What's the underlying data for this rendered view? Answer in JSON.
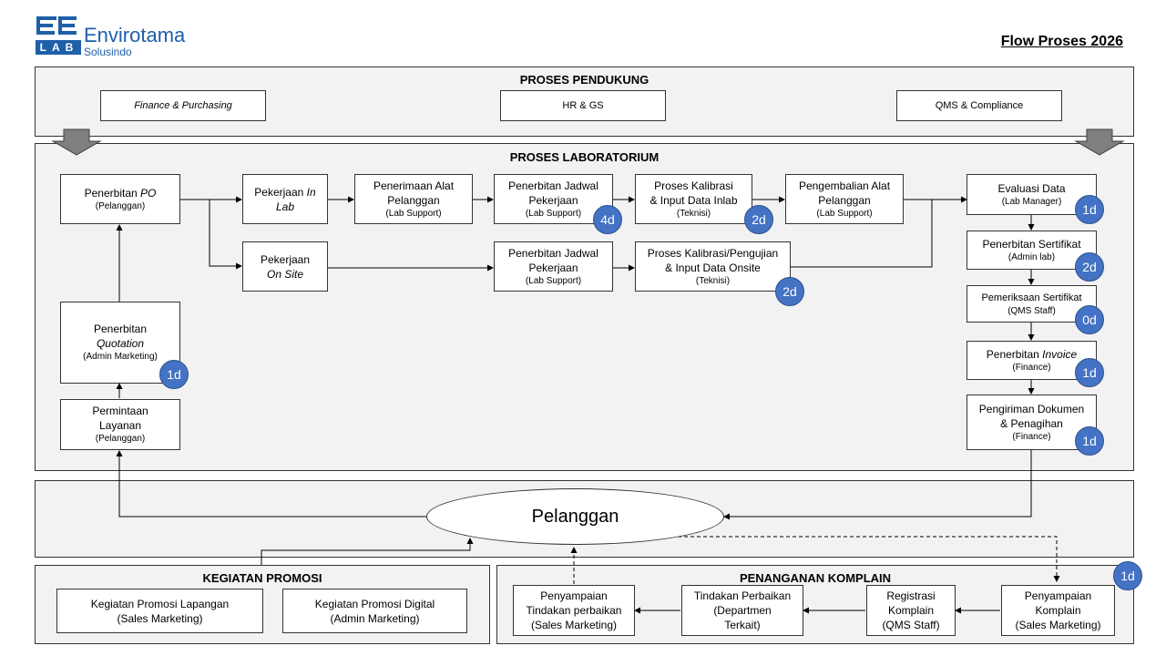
{
  "header": {
    "logo_main": "Envirotama",
    "logo_sub": "Solusindo",
    "logo_lab": "LAB",
    "flow_title": "Flow Proses 2026"
  },
  "colors": {
    "badge": "#4472c4",
    "logo": "#1f5fa8",
    "section_bg": "#f2f2f2",
    "arrow_gray": "#7f7f7f"
  },
  "pendukung": {
    "title": "PROSES PENDUKUNG",
    "finance": "Finance & Purchasing",
    "hrgs": "HR & GS",
    "qms": "QMS & Compliance"
  },
  "lab": {
    "title": "PROSES LABORATORIUM",
    "po": {
      "pre": "Penerbitan ",
      "em": "PO",
      "sub": "(Pelanggan)"
    },
    "inlab": {
      "line1_pre": "Pekerjaan ",
      "line1_em": "In",
      "line2_em": "Lab"
    },
    "penerimaan": {
      "line1": "Penerimaan Alat",
      "line2": "Pelanggan",
      "sub": "(Lab Support)"
    },
    "jadwal1": {
      "line1": "Penerbitan Jadwal",
      "line2": "Pekerjaan",
      "sub": "(Lab Support)",
      "badge": "4d"
    },
    "kalibrasi_inlab": {
      "line1": "Proses Kalibrasi",
      "line2": "& Input Data Inlab",
      "sub": "(Teknisi)",
      "badge": "2d"
    },
    "pengembalian": {
      "line1": "Pengembalian Alat",
      "line2": "Pelanggan",
      "sub": "(Lab Support)"
    },
    "onsite": {
      "line1": "Pekerjaan",
      "line2_em": "On Site"
    },
    "jadwal2": {
      "line1": "Penerbitan Jadwal",
      "line2": "Pekerjaan",
      "sub": "(Lab Support)"
    },
    "kalibrasi_onsite": {
      "line1": "Proses Kalibrasi/Pengujian",
      "line2": "& Input Data Onsite",
      "sub": "(Teknisi)",
      "badge": "2d"
    },
    "quotation": {
      "line1": "Penerbitan",
      "line2_em": "Quotation",
      "sub": "(Admin Marketing)",
      "badge": "1d"
    },
    "permintaan": {
      "line1": "Permintaan",
      "line2": "Layanan",
      "sub": "(Pelanggan)"
    },
    "evaluasi": {
      "line1": "Evaluasi Data",
      "sub": "(Lab Manager)",
      "badge": "1d"
    },
    "sertifikat": {
      "line1": "Penerbitan Sertifikat",
      "sub": "(Admin lab)",
      "badge": "2d"
    },
    "pemeriksaan": {
      "line1": "Pemeriksaan Sertifikat",
      "sub": "(QMS Staff)",
      "badge": "0d"
    },
    "invoice": {
      "pre": "Penerbitan ",
      "em": "Invoice",
      "sub": "(Finance)",
      "badge": "1d"
    },
    "pengiriman": {
      "line1": "Pengiriman Dokumen",
      "line2": "& Penagihan",
      "sub": "(Finance)",
      "badge": "1d"
    }
  },
  "pelanggan": {
    "label": "Pelanggan"
  },
  "promosi": {
    "title": "KEGIATAN PROMOSI",
    "lapangan": {
      "line1": "Kegiatan Promosi Lapangan",
      "line2": "(Sales Marketing)"
    },
    "digital": {
      "line1": "Kegiatan Promosi Digital",
      "line2": "(Admin Marketing)"
    }
  },
  "komplain": {
    "title": "PENANGANAN KOMPLAIN",
    "badge": "1d",
    "penyampaian": {
      "line1": "Penyampaian",
      "line2": "Komplain",
      "line3": "(Sales Marketing)"
    },
    "registrasi": {
      "line1": "Registrasi",
      "line2": "Komplain",
      "line3": "(QMS Staff)"
    },
    "tindakan": {
      "line1": "Tindakan Perbaikan",
      "line2": "(Departmen",
      "line3": "Terkait)"
    },
    "penyampaian_tindakan": {
      "line1": "Penyampaian",
      "line2": "Tindakan perbaikan",
      "line3": "(Sales Marketing)"
    }
  }
}
